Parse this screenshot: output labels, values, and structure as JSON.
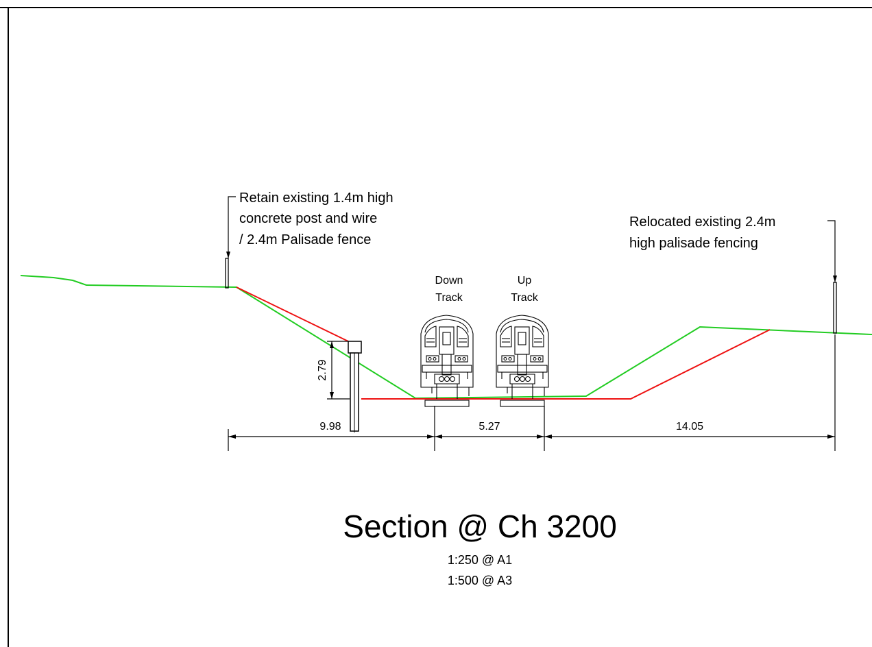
{
  "drawing": {
    "title": "Section @ Ch 3200",
    "scale_a1": "1:250 @ A1",
    "scale_a3": "1:500 @ A3"
  },
  "annotations": {
    "left_fence": [
      "Retain existing 1.4m high",
      "concrete post and wire",
      "/ 2.4m Palisade fence"
    ],
    "right_fence": [
      "Relocated existing 2.4m",
      "high palisade fencing"
    ]
  },
  "tracks": {
    "down": [
      "Down",
      "Track"
    ],
    "up": [
      "Up",
      "Track"
    ]
  },
  "dimensions": {
    "left_offset": "9.98",
    "track_spacing": "5.27",
    "right_offset": "14.05",
    "wall_height": "2.79"
  },
  "colors": {
    "existing_ground": "#22cc22",
    "proposed_profile": "#ee1111",
    "linework": "#000000"
  }
}
